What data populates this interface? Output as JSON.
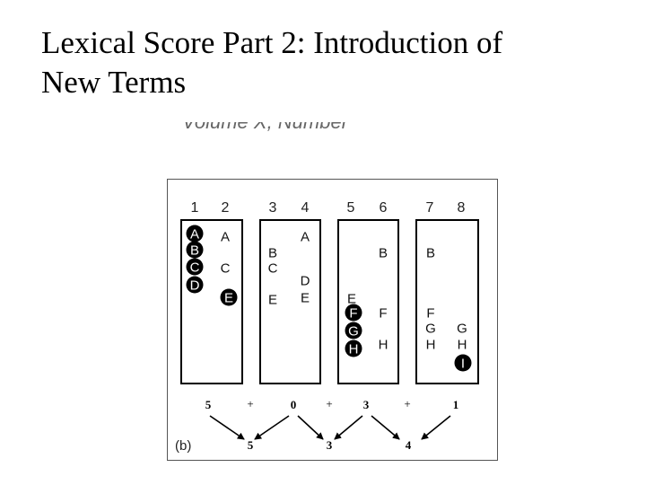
{
  "slide": {
    "title_line1": "Lexical Score Part 2: Introduction of",
    "title_line2": "New Terms",
    "cut_caption": "Volume X, Number X"
  },
  "figure": {
    "panel_label": "(b)",
    "column_numbers": [
      "1",
      "2",
      "3",
      "4",
      "5",
      "6",
      "7",
      "8"
    ],
    "panels": [
      {
        "items": [
          {
            "text": "A",
            "circled": true
          },
          {
            "text": "B",
            "circled": true
          },
          {
            "text": "C",
            "circled": true
          },
          {
            "text": "D",
            "circled": true
          },
          {
            "text": "A",
            "circled": false
          },
          {
            "text": "C",
            "circled": false
          },
          {
            "text": "E",
            "circled": true
          }
        ]
      },
      {
        "items": [
          {
            "text": "B",
            "circled": false
          },
          {
            "text": "C",
            "circled": false
          },
          {
            "text": "E",
            "circled": false
          },
          {
            "text": "A",
            "circled": false
          },
          {
            "text": "D",
            "circled": false
          },
          {
            "text": "E",
            "circled": false
          }
        ]
      },
      {
        "items": [
          {
            "text": "E",
            "circled": false
          },
          {
            "text": "F",
            "circled": true
          },
          {
            "text": "G",
            "circled": true
          },
          {
            "text": "H",
            "circled": true
          },
          {
            "text": "B",
            "circled": false
          },
          {
            "text": "F",
            "circled": false
          },
          {
            "text": "H",
            "circled": false
          }
        ]
      },
      {
        "items": [
          {
            "text": "B",
            "circled": false
          },
          {
            "text": "F",
            "circled": false
          },
          {
            "text": "G",
            "circled": false
          },
          {
            "text": "H",
            "circled": false
          },
          {
            "text": "G",
            "circled": false
          },
          {
            "text": "H",
            "circled": false
          },
          {
            "text": "I",
            "circled": true
          }
        ]
      }
    ],
    "top_scores": [
      "5",
      "0",
      "3",
      "1"
    ],
    "operators": [
      "+",
      "+",
      "+"
    ],
    "bottom_scores": [
      "5",
      "3",
      "4"
    ]
  }
}
